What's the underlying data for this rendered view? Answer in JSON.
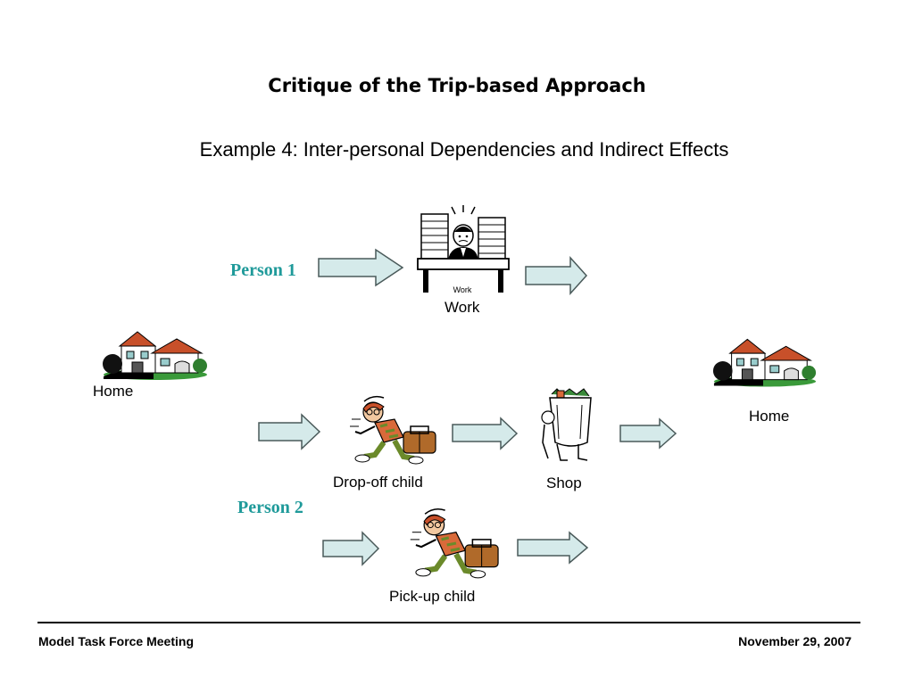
{
  "title": "Critique of the Trip-based Approach",
  "subtitle": "Example 4: Inter-personal Dependencies and Indirect Effects",
  "persons": {
    "p1": "Person 1",
    "p2": "Person 2"
  },
  "labels": {
    "home_left": "Home",
    "home_right": "Home",
    "work": "Work",
    "dropoff": "Drop-off child",
    "shop": "Shop",
    "pickup": "Pick-up child"
  },
  "clipart_text": {
    "desk_sign": "Work"
  },
  "icons": {
    "house": "house-icon",
    "worker": "office-worker-icon",
    "runner": "running-parent-icon",
    "shopper": "grocery-shopper-icon",
    "arrow": "right-arrow-icon"
  },
  "colors": {
    "arrow_fill": "#d5eaea",
    "arrow_stroke": "#4a5a5a",
    "person_label": "#1f9a9a"
  },
  "footer": {
    "left": "Model Task Force Meeting",
    "right": "November 29, 2007"
  }
}
